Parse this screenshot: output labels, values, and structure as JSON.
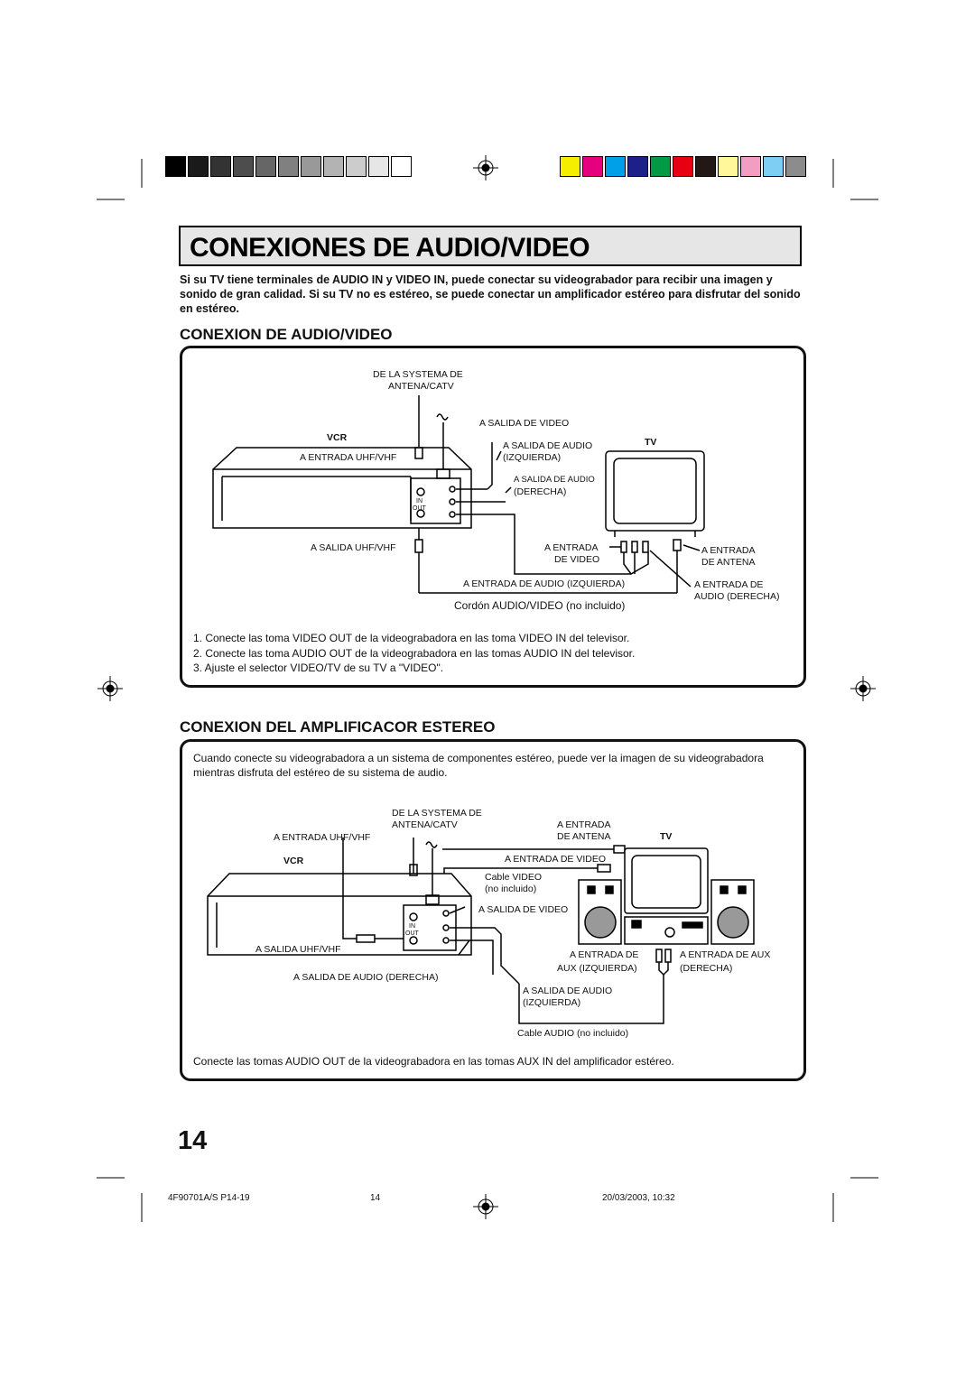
{
  "header": {
    "gray_swatches": [
      "#000000",
      "#1a1a1a",
      "#333333",
      "#4d4d4d",
      "#666666",
      "#808080",
      "#999999",
      "#b3b3b3",
      "#cccccc",
      "#e6e6e6",
      "#ffffff"
    ],
    "color_swatches": [
      "#f5ee00",
      "#e4007f",
      "#00a0e9",
      "#1d2088",
      "#009944",
      "#e60012",
      "#231815",
      "#fff799",
      "#f19ec2",
      "#7ecef4",
      "#8c8c8c"
    ]
  },
  "title": "CONEXIONES DE AUDIO/VIDEO",
  "intro": "Si su TV tiene terminales de AUDIO IN y VIDEO IN, puede conectar su videograbador para recibir una imagen y sonido de gran calidad. Si su TV no es estéreo, se puede conectar un amplificador estéreo para disfrutar del sonido en estéreo.",
  "section1": {
    "heading": "CONEXION DE AUDIO/VIDEO",
    "diagram": {
      "antenna_line1": "DE LA SYSTEMA DE",
      "antenna_line2": "ANTENA/CATV",
      "vcr": "VCR",
      "tv": "TV",
      "uhf_in": "A ENTRADA UHF/VHF",
      "uhf_out": "A SALIDA UHF/VHF",
      "video_out": "A SALIDA DE VIDEO",
      "audio_out_l1": "A SALIDA DE AUDIO",
      "audio_out_l2": "(IZQUIERDA)",
      "audio_out_r1": "A SALIDA DE AUDIO",
      "audio_out_r2": "(DERECHA)",
      "in": "IN",
      "out": "OUT",
      "video_in1": "A ENTRADA",
      "video_in2": "DE VIDEO",
      "ant_in1": "A ENTRADA",
      "ant_in2": "DE ANTENA",
      "audio_in_l": "A ENTRADA DE AUDIO (IZQUIERDA)",
      "audio_in_r1": "A ENTRADA DE",
      "audio_in_r2": "AUDIO (DERECHA)",
      "cord": "Cordón AUDIO/VIDEO (no incluido)"
    },
    "steps": [
      "1. Conecte las toma VIDEO OUT de la videograbadora en las toma VIDEO IN del televisor.",
      "2. Conecte las toma AUDIO OUT de la videograbadora en las tomas AUDIO IN del televisor.",
      "3. Ajuste el selector VIDEO/TV de su TV a \"VIDEO\"."
    ]
  },
  "section2": {
    "heading": "CONEXION DEL AMPLIFICACOR ESTEREO",
    "intro": "Cuando conecte su videograbadora a un sistema de componentes estéreo, puede ver la imagen de su videograbadora mientras disfruta del estéreo de su sistema de audio.",
    "diagram": {
      "antenna_line1": "DE LA SYSTEMA DE",
      "antenna_line2": "ANTENA/CATV",
      "uhf_in": "A ENTRADA UHF/VHF",
      "vcr": "VCR",
      "tv": "TV",
      "ant_in1": "A ENTRADA",
      "ant_in2": "DE ANTENA",
      "video_in": "A ENTRADA DE VIDEO",
      "cable_video1": "Cable VIDEO",
      "cable_video2": "(no incluido)",
      "video_out": "A SALIDA DE VIDEO",
      "in": "IN",
      "out": "OUT",
      "uhf_out": "A SALIDA UHF/VHF",
      "audio_out_r": "A SALIDA DE AUDIO (DERECHA)",
      "aux_l1": "A ENTRADA DE",
      "aux_l2": "AUX (IZQUIERDA)",
      "aux_r1": "A ENTRADA DE AUX",
      "aux_r2": "(DERECHA)",
      "audio_out_l1": "A SALIDA DE AUDIO",
      "audio_out_l2": "(IZQUIERDA)",
      "cable_audio": "Cable AUDIO (no incluido)"
    },
    "note": "Conecte las tomas AUDIO OUT de la videograbadora en las tomas AUX IN del amplificador estéreo."
  },
  "page_number": "14",
  "footer": {
    "left": "4F90701A/S P14-19",
    "center": "14",
    "right": "20/03/2003, 10:32"
  }
}
